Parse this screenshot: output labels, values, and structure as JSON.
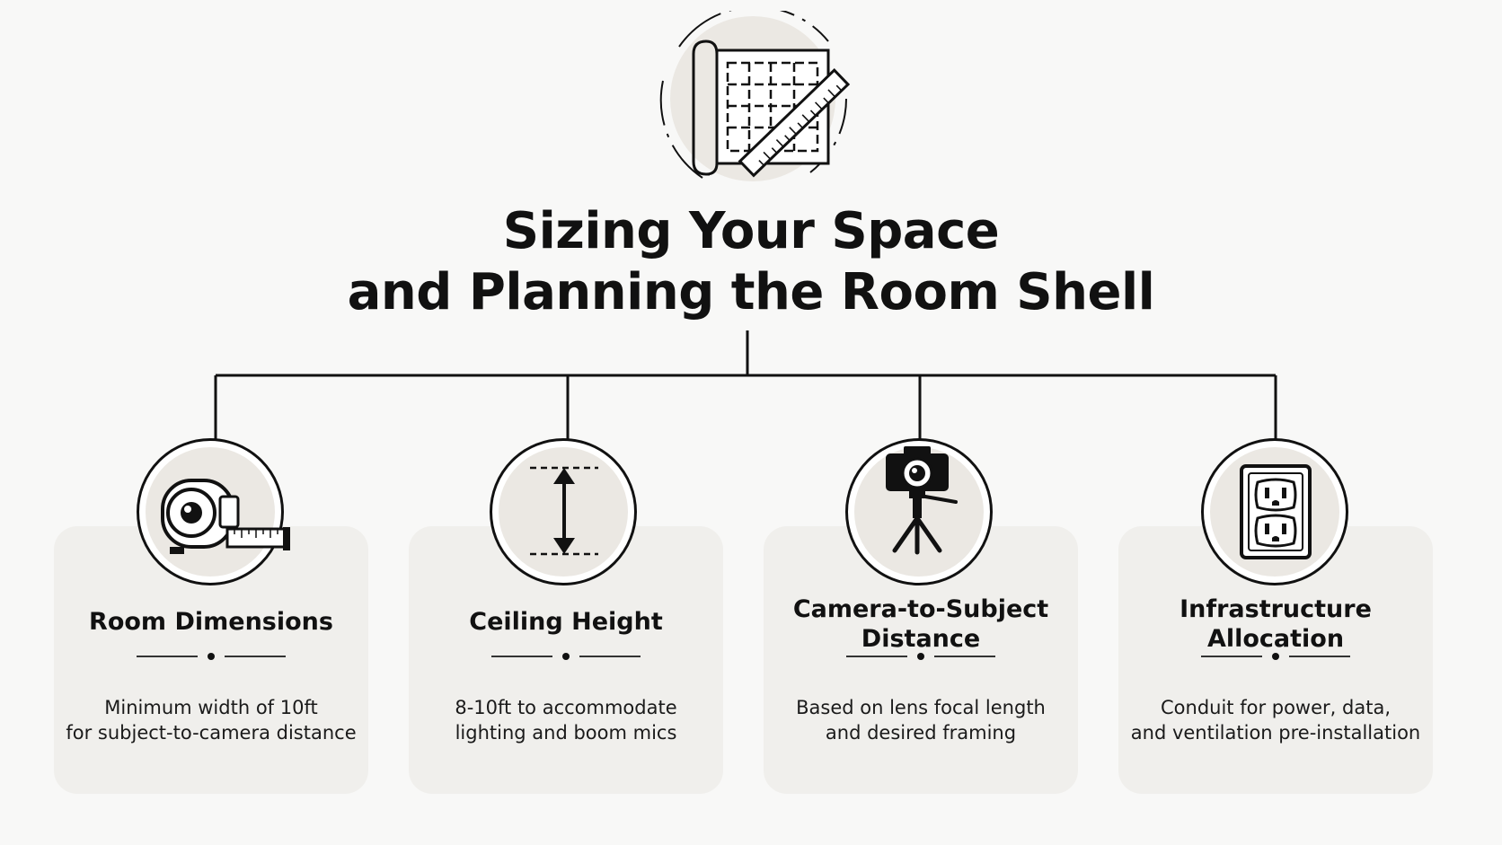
{
  "title": {
    "line1": "Sizing Your Space",
    "line2": "and Planning the Room Shell"
  },
  "hero_icon": "blueprint-with-ruler-icon",
  "cards": [
    {
      "icon": "tape-measure-icon",
      "title": "Room Dimensions",
      "description_line1": "Minimum width of 10ft",
      "description_line2": "for subject-to-camera distance"
    },
    {
      "icon": "height-arrow-icon",
      "title": "Ceiling Height",
      "description_line1": "8-10ft to accommodate",
      "description_line2": "lighting and boom mics"
    },
    {
      "icon": "camera-tripod-icon",
      "title_line1": "Camera-to-Subject",
      "title_line2": "Distance",
      "description_line1": "Based on lens focal length",
      "description_line2": "and desired framing"
    },
    {
      "icon": "power-outlet-icon",
      "title_line1": "Infrastructure",
      "title_line2": "Allocation",
      "description_line1": "Conduit for power, data,",
      "description_line2": "and ventilation pre-installation"
    }
  ],
  "colors": {
    "background": "#f8f8f7",
    "card": "#f0efec",
    "badge_fill": "#ebe8e3",
    "ink": "#111111"
  }
}
